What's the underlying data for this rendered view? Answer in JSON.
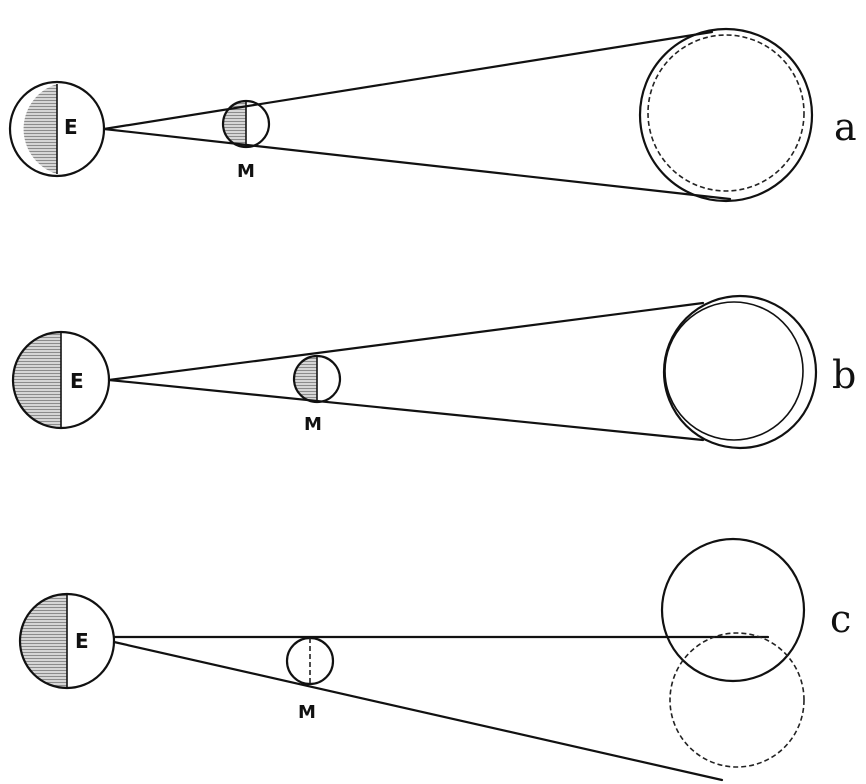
{
  "panels": [
    {
      "id": "a",
      "letter": "a",
      "earth_label": "E",
      "moon_label": "M"
    },
    {
      "id": "b",
      "letter": "b",
      "earth_label": "E",
      "moon_label": "M"
    },
    {
      "id": "c",
      "letter": "c",
      "earth_label": "E",
      "moon_label": "M"
    }
  ],
  "colors": {
    "ink": "#111111",
    "shade": "#9a9a9a",
    "background": "#ffffff"
  }
}
